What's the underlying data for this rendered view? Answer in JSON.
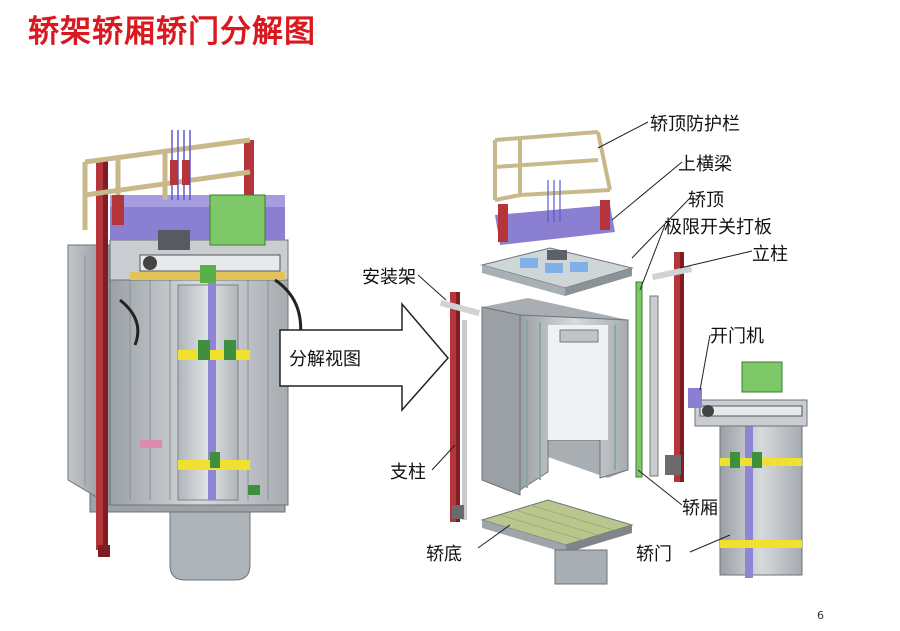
{
  "title": "轿架轿厢轿门分解图",
  "arrow_label": "分解视图",
  "labels": {
    "top_guardrail": "轿顶防护栏",
    "upper_beam": "上横梁",
    "car_top": "轿顶",
    "limit_switch_plate": "极限开关打板",
    "upright_column": "立柱",
    "mounting_frame": "安装架",
    "door_operator": "开门机",
    "support_column": "支柱",
    "car_cabin": "轿厢",
    "car_floor": "轿底",
    "car_door": "轿门"
  },
  "page_number": "6",
  "colors": {
    "title": "#d9191f",
    "panel": "#b8bcc0",
    "column_red": "#b5363a",
    "guardrail": "#c8b98a",
    "purple_beam": "#8a7fd0",
    "green_box": "#7fc86a",
    "yellow_bar": "#f0e030"
  }
}
